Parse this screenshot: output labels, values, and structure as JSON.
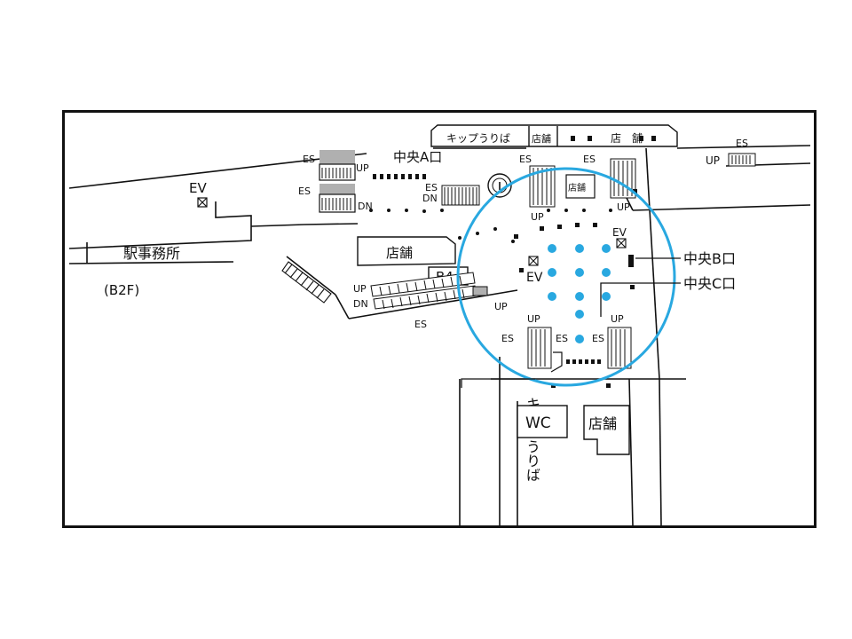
{
  "floor": "(B2F)",
  "colors": {
    "highlight": "#29a8e0",
    "line": "#111111",
    "tint": "#b0b0b0"
  },
  "labels": {
    "exit_a": "中央A口",
    "exit_b": "中央B口",
    "exit_c": "中央C口",
    "station_office": "駅事務所",
    "ticket_top": "キップうりば",
    "ticket_side": "キップうりば",
    "shop_top_a": "店舗",
    "shop_top_b": "店　舗",
    "shop_center": "店舗",
    "shop_small": "店舗",
    "shop_bottom": "店舗",
    "wc": "WC",
    "b4": "B4",
    "ev_left": "EV",
    "ev_center": "EV",
    "ev_right": "EV",
    "es": "ES",
    "up": "UP",
    "dn": "DN"
  },
  "icons": [
    "elevator-icon",
    "information-icon",
    "escalator-icon",
    "stairs-icon"
  ]
}
